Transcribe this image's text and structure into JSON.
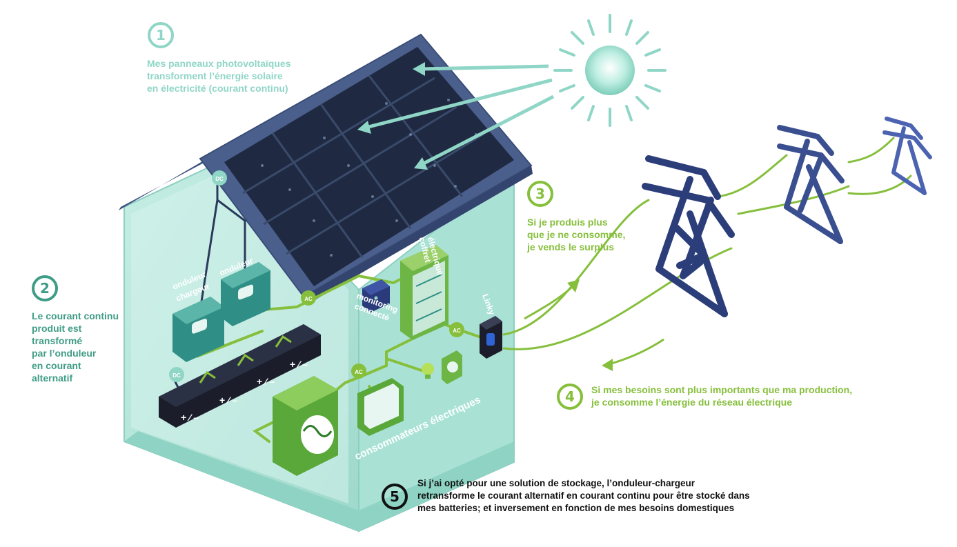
{
  "steps": [
    {
      "number": "1",
      "lines": [
        "Mes panneaux photovoltaïques",
        "transforment l’énergie solaire",
        "en électricité (courant continu)"
      ]
    },
    {
      "number": "2",
      "lines": [
        "Le courant continu",
        "produit est",
        "transformé",
        "par l’onduleur",
        "en courant",
        "alternatif"
      ]
    },
    {
      "number": "3",
      "lines": [
        "Si je produis plus",
        "que je ne consomme,",
        "je vends le surplus"
      ]
    },
    {
      "number": "4",
      "lines": [
        "Si mes besoins sont plus importants que ma production,",
        "je consomme l’énergie du réseau électrique"
      ]
    },
    {
      "number": "5",
      "lines": [
        "Si j’ai opté pour une solution de stockage, l’onduleur-chargeur",
        "retransforme le courant alternatif en courant continu pour être stocké dans",
        "mes batteries; et inversement en fonction de mes besoins domestiques"
      ]
    }
  ],
  "labels": {
    "onduleur_chargeur_1": "onduleur",
    "onduleur_chargeur_2": "chargeur",
    "onduleur": "onduleur",
    "coffret_1": "coffret",
    "coffret_2": "électrique",
    "monitoring_1": "monitoring",
    "monitoring_2": "connecté",
    "linky": "Linky",
    "consommateurs": "consommateurs électriques",
    "dc_1": "DC",
    "dc_2": "DC",
    "ac_1": "AC",
    "ac_2": "AC",
    "ac_3": "AC"
  },
  "colors": {
    "step1": "#8fd6c6",
    "step2": "#3f9c86",
    "step3": "#86bf3c",
    "step4": "#86bf3c",
    "step5": "#111111",
    "roof": "#4a5f8c",
    "panel": "#1f2a42",
    "house_wall": "#a8e3d6",
    "pylon": "#2c3e7a",
    "cable": "#86bf3c"
  }
}
